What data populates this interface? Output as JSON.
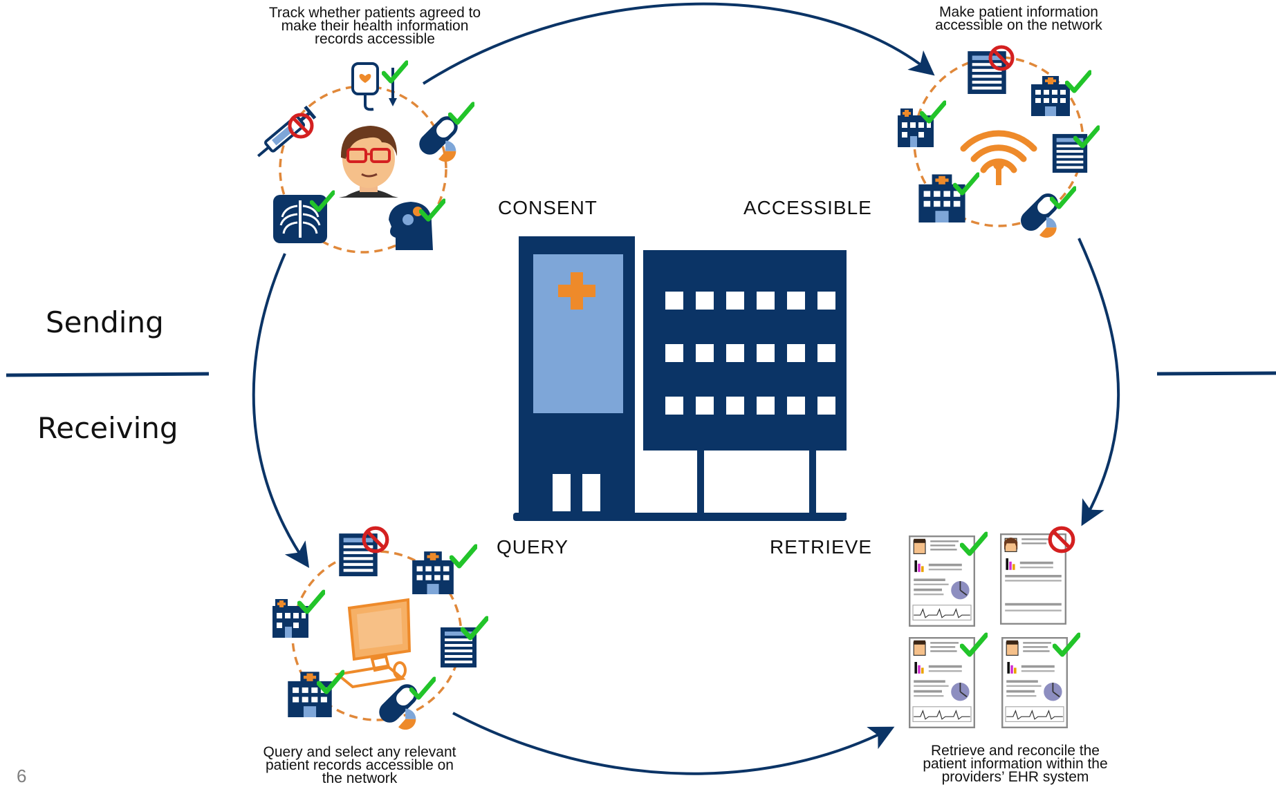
{
  "captions": {
    "consent": [
      "Track whether patients agreed to",
      "make their health information",
      "records accessible"
    ],
    "accessible": [
      "Make patient information",
      "accessible on the network"
    ],
    "query": [
      "Query and select any relevant",
      "patient records accessible on",
      "the network"
    ],
    "retrieve": [
      "Retrieve and reconcile the",
      "patient information within the",
      "providers’ EHR system"
    ]
  },
  "stages": {
    "consent": "CONSENT",
    "accessible": "ACCESSIBLE",
    "query": "QUERY",
    "retrieve": "RETRIEVE"
  },
  "sides": {
    "sending": "Sending",
    "receiving": "Receiving"
  },
  "slide_number": "6",
  "colors": {
    "navy": "#0b3466",
    "light_blue": "#7ea6d8",
    "orange": "#ee8a2a",
    "check_green": "#22c42a",
    "no_red": "#d42020"
  }
}
